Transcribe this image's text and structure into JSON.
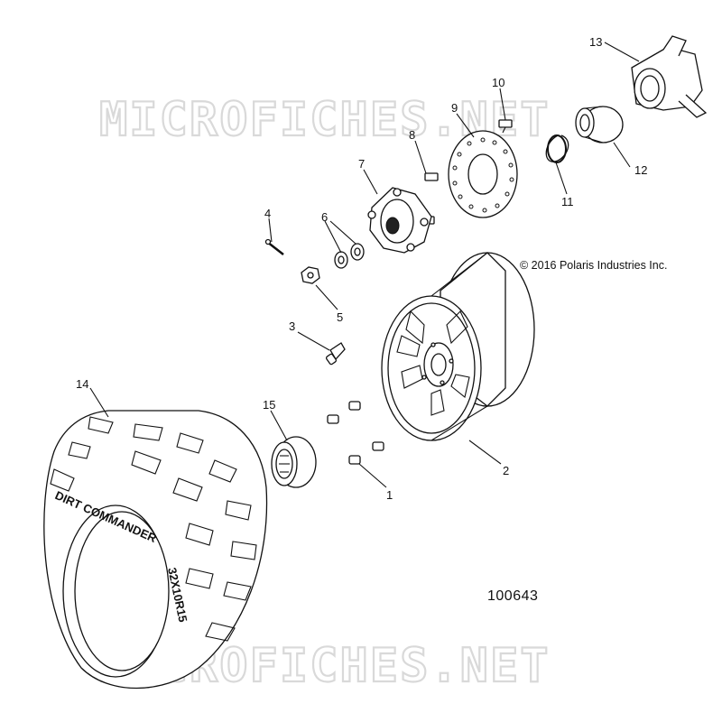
{
  "watermark": "MICROFICHES.NET",
  "copyright": "© 2016 Polaris Industries Inc.",
  "figure_number": "100643",
  "callouts": [
    {
      "id": "1"
    },
    {
      "id": "2"
    },
    {
      "id": "3"
    },
    {
      "id": "4"
    },
    {
      "id": "5"
    },
    {
      "id": "6"
    },
    {
      "id": "7"
    },
    {
      "id": "8"
    },
    {
      "id": "9"
    },
    {
      "id": "10"
    },
    {
      "id": "11"
    },
    {
      "id": "12"
    },
    {
      "id": "13"
    },
    {
      "id": "14"
    },
    {
      "id": "15"
    }
  ],
  "tire_sidewall": {
    "brand": "DIRT COMMANDER",
    "size": "32X10R15"
  }
}
